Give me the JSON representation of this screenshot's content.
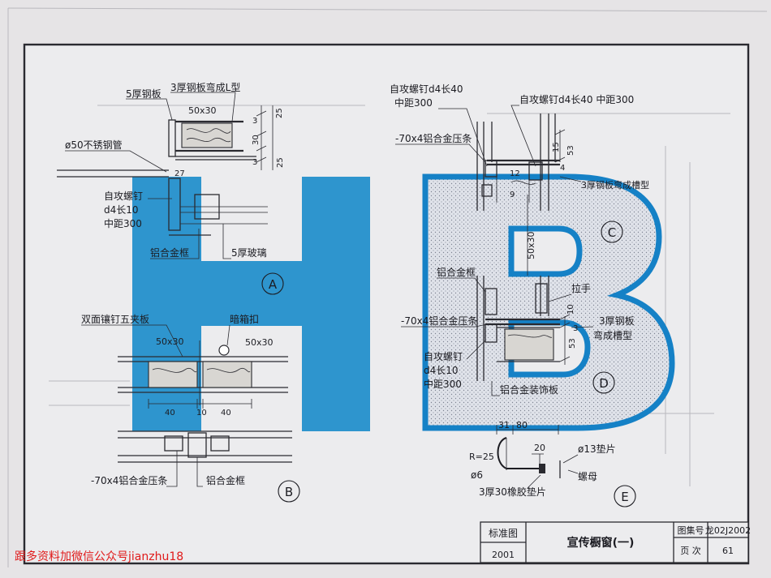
{
  "detail_A": {
    "steel_plate": "5厚钢板",
    "bent_plate": "3厚钢板弯成L型",
    "timber_size": "50x30",
    "pipe": "ø50不锈钢管",
    "dim_25_top": "25",
    "dim_3_top": "3",
    "dim_30": "30",
    "dim_3_bottom": "3",
    "dim_25_bottom": "25",
    "dim_27": "27",
    "screw_l1": "自攻螺钉",
    "screw_l2": "d4长10",
    "screw_l3": "中距300",
    "frame": "铝合金框",
    "glass": "5厚玻璃",
    "tag": "A"
  },
  "detail_B": {
    "plywood": "双面镶钉五夹板",
    "latch": "暗箱扣",
    "timber_left": "50x30",
    "timber_right": "50x30",
    "dim_40_left": "40",
    "dim_10": "10",
    "dim_40_right": "40",
    "strip": "-70x4铝合金压条",
    "frame": "铝合金框",
    "tag": "B"
  },
  "detail_C": {
    "screw_a_l1": "自攻螺钉d4长40",
    "screw_a_l2": "中距300",
    "screw_b": "自攻螺钉d4长40 中距300",
    "strip": "-70x4铝合金压条",
    "dim_53": "53",
    "dim_15": "15",
    "dim_12": "12",
    "dim_4": "4",
    "dim_9": "9",
    "channel": "3厚钢板弯成槽型",
    "timber": "50x30",
    "tag": "C"
  },
  "detail_D": {
    "frame": "铝合金框",
    "handle": "拉手",
    "strip": "-70x4铝合金压条",
    "dim_10": "10",
    "dim_3": "3",
    "dim_53": "53",
    "channel_l1": "3厚钢板",
    "channel_l2": "弯成槽型",
    "screw_l1": "自攻螺钉",
    "screw_l2": "d4长10",
    "screw_l3": "中距300",
    "trim": "铝合金装饰板",
    "tag": "D"
  },
  "detail_E": {
    "dim_31": "31",
    "dim_80": "80",
    "radius": "R=25",
    "dim_20": "20",
    "washer": "ø13垫片",
    "rod": "ø6",
    "nut": "螺母",
    "gasket": "3厚30橡胶垫片",
    "tag": "E"
  },
  "title_block": {
    "std_label": "标准图",
    "year": "2001",
    "title": "宣传橱窗(一)",
    "atlas_label": "图集号",
    "atlas_no": "龙02J2002",
    "page_label": "页  次",
    "page_no": "61"
  },
  "watermark": "HB",
  "footer_note": "跟多资料加微信公众号jianzhu18",
  "colors": {
    "watermark_blue": "#1f8ecb",
    "outline_blue": "#1581c6",
    "dot_fill": "#dfe3ea",
    "note_red": "#e01a1a"
  }
}
